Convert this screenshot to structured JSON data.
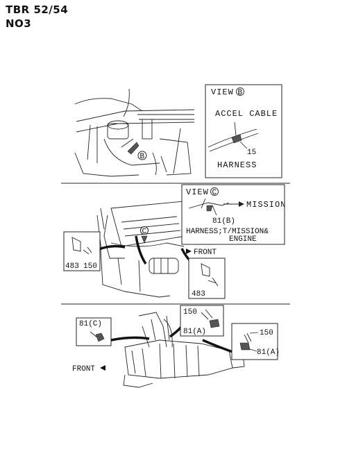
{
  "header": {
    "model": "TBR 52/54",
    "code": "NO3"
  },
  "view_b": {
    "title": "VIEW",
    "marker": "B",
    "cable": "ACCEL CABLE",
    "part_number": "15",
    "harness": "HARNESS"
  },
  "view_c": {
    "title": "VIEW",
    "marker": "C",
    "mission": "MISSION",
    "part_number": "81(B)",
    "harness_line1": "HARNESS;T/MISSION&",
    "harness_line2": "ENGINE"
  },
  "callouts": {
    "b_marker": "B",
    "c_marker": "C",
    "front_top": "FRONT",
    "front_bottom": "FRONT",
    "left_box_483": "483",
    "left_box_150": "150",
    "right_box_483": "483",
    "box_81c": "81(C)",
    "mid_box_150": "150",
    "mid_box_81a": "81(A)",
    "right_box_150": "150",
    "right_box_81a": "81(A)"
  }
}
